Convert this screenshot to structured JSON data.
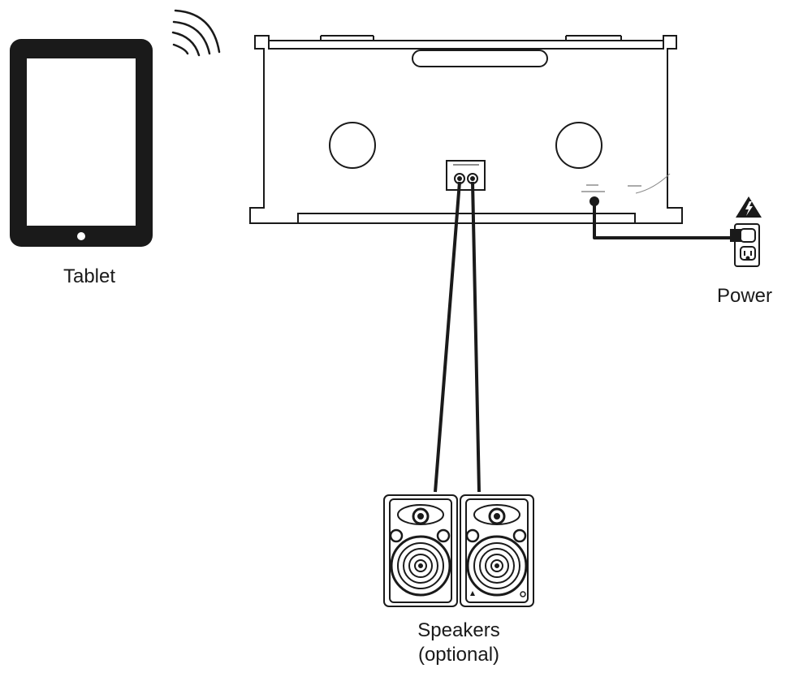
{
  "labels": {
    "tablet": "Tablet",
    "power": "Power",
    "speakers_line1": "Speakers",
    "speakers_line2": "(optional)"
  },
  "colors": {
    "stroke": "#1a1a1a",
    "tablet_bezel": "#1a1a1a",
    "background": "#ffffff"
  },
  "icons": {
    "wireless": "wifi-signal-icon",
    "hazard": "electric-hazard-icon"
  }
}
